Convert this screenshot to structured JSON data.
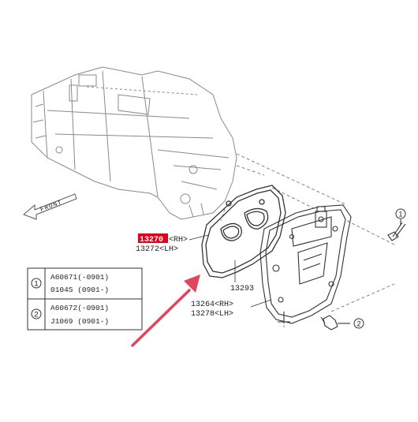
{
  "labels": {
    "front": "FRONT",
    "gasket_rh_num": "13270",
    "gasket_rh_suffix": "<RH>",
    "gasket_lh": "13272<LH>",
    "plug_seal": "13293",
    "cover_rh": "13264<RH>",
    "cover_lh": "13278<LH>",
    "callout_1": "1",
    "callout_2": "2"
  },
  "legend": {
    "rows": [
      {
        "marker": "1",
        "line1": "A60671(-0901)",
        "line2": "0104S (0901-)"
      },
      {
        "marker": "2",
        "line1": "A60672(-0901)",
        "line2": "J1069 (0901-)"
      }
    ]
  },
  "colors": {
    "highlight": "#e0001b",
    "arrow": "#e2445c",
    "line": "#333333"
  }
}
